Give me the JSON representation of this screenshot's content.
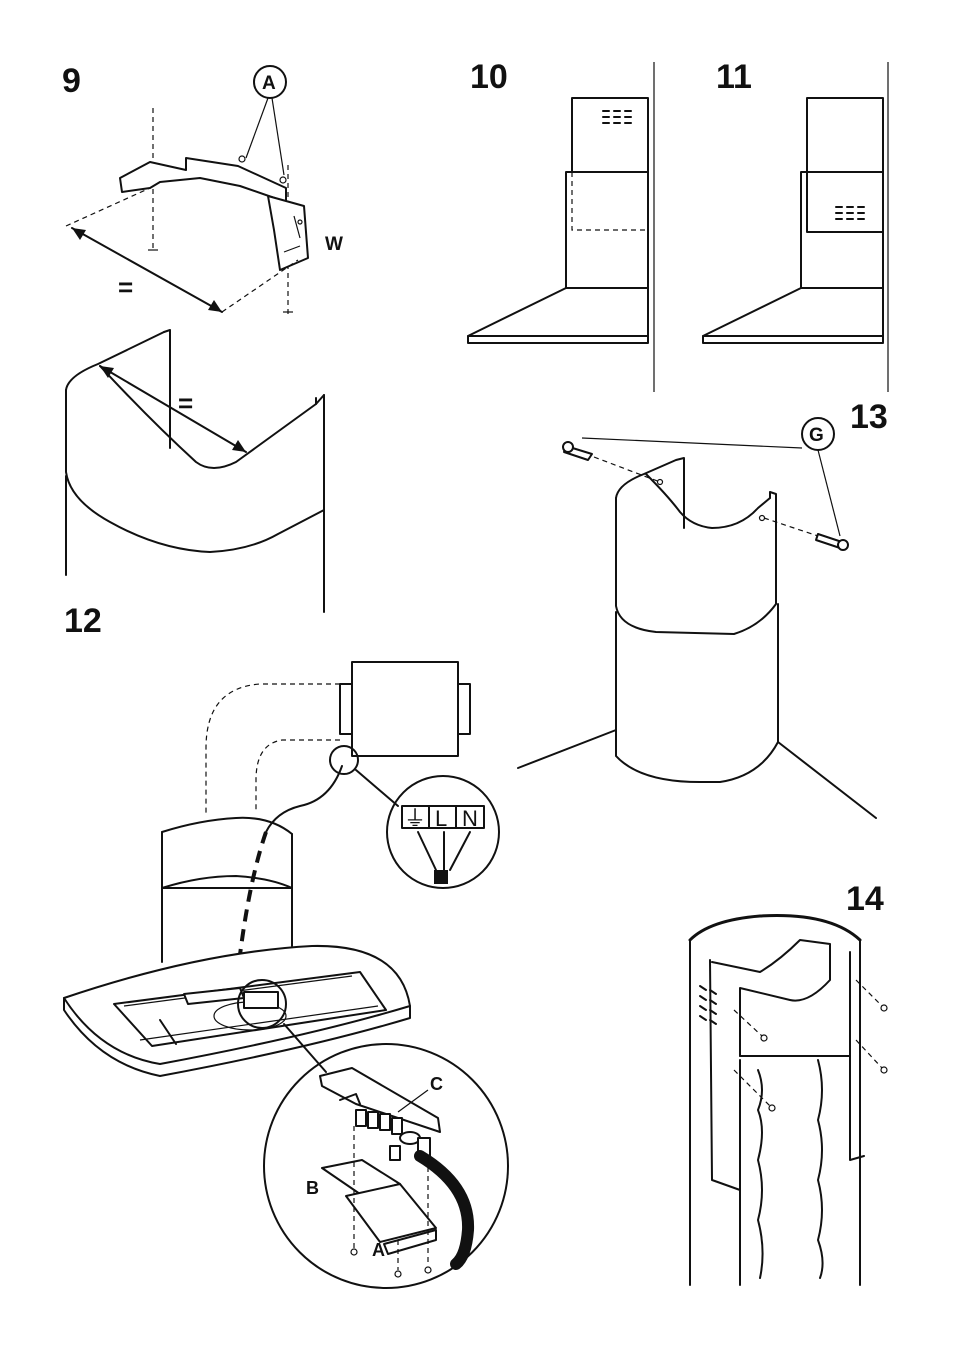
{
  "steps": {
    "s9": "9",
    "s10": "10",
    "s11": "11",
    "s12": "12",
    "s13": "13",
    "s14": "14"
  },
  "labels": {
    "a_callout": "A",
    "w_label": "W",
    "equal_1": "=",
    "equal_2": "=",
    "g_callout": "G",
    "terminal_earth": "⏚",
    "terminal_l": "L",
    "terminal_n": "N",
    "detail_c": "C",
    "detail_b": "B",
    "detail_a": "A"
  }
}
